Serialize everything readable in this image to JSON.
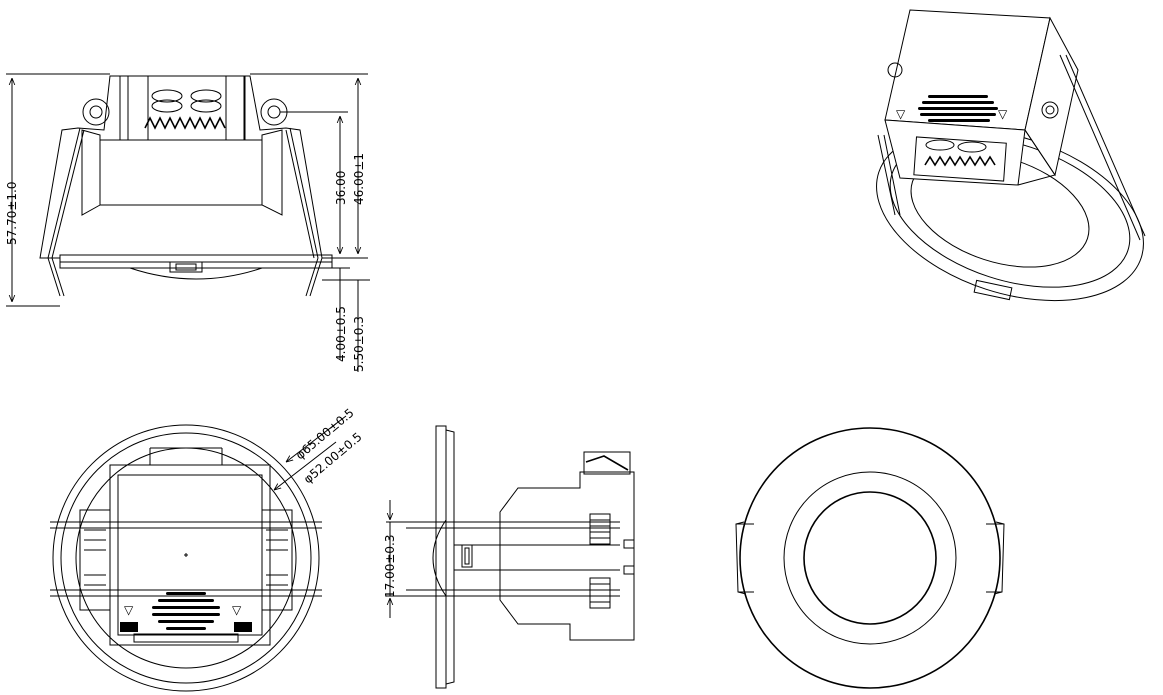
{
  "drawing": {
    "front_view": {
      "dims": {
        "overall_height": "57.70±1.0",
        "inner_height": "36.00",
        "body_height": "46.00±1",
        "flange_a": "4.00±0.5",
        "flange_b": "5.50±0.3"
      }
    },
    "bottom_view": {
      "dims": {
        "outer_diameter": "φ65.00±0.5",
        "cutout_diameter": "φ52.00±0.5"
      },
      "markers": [
        "▽",
        "▽"
      ]
    },
    "side_view": {
      "dims": {
        "spring_spacing": "17.00±0.3"
      }
    },
    "iso_view": {
      "markers": [
        "▽",
        "▽"
      ]
    }
  }
}
